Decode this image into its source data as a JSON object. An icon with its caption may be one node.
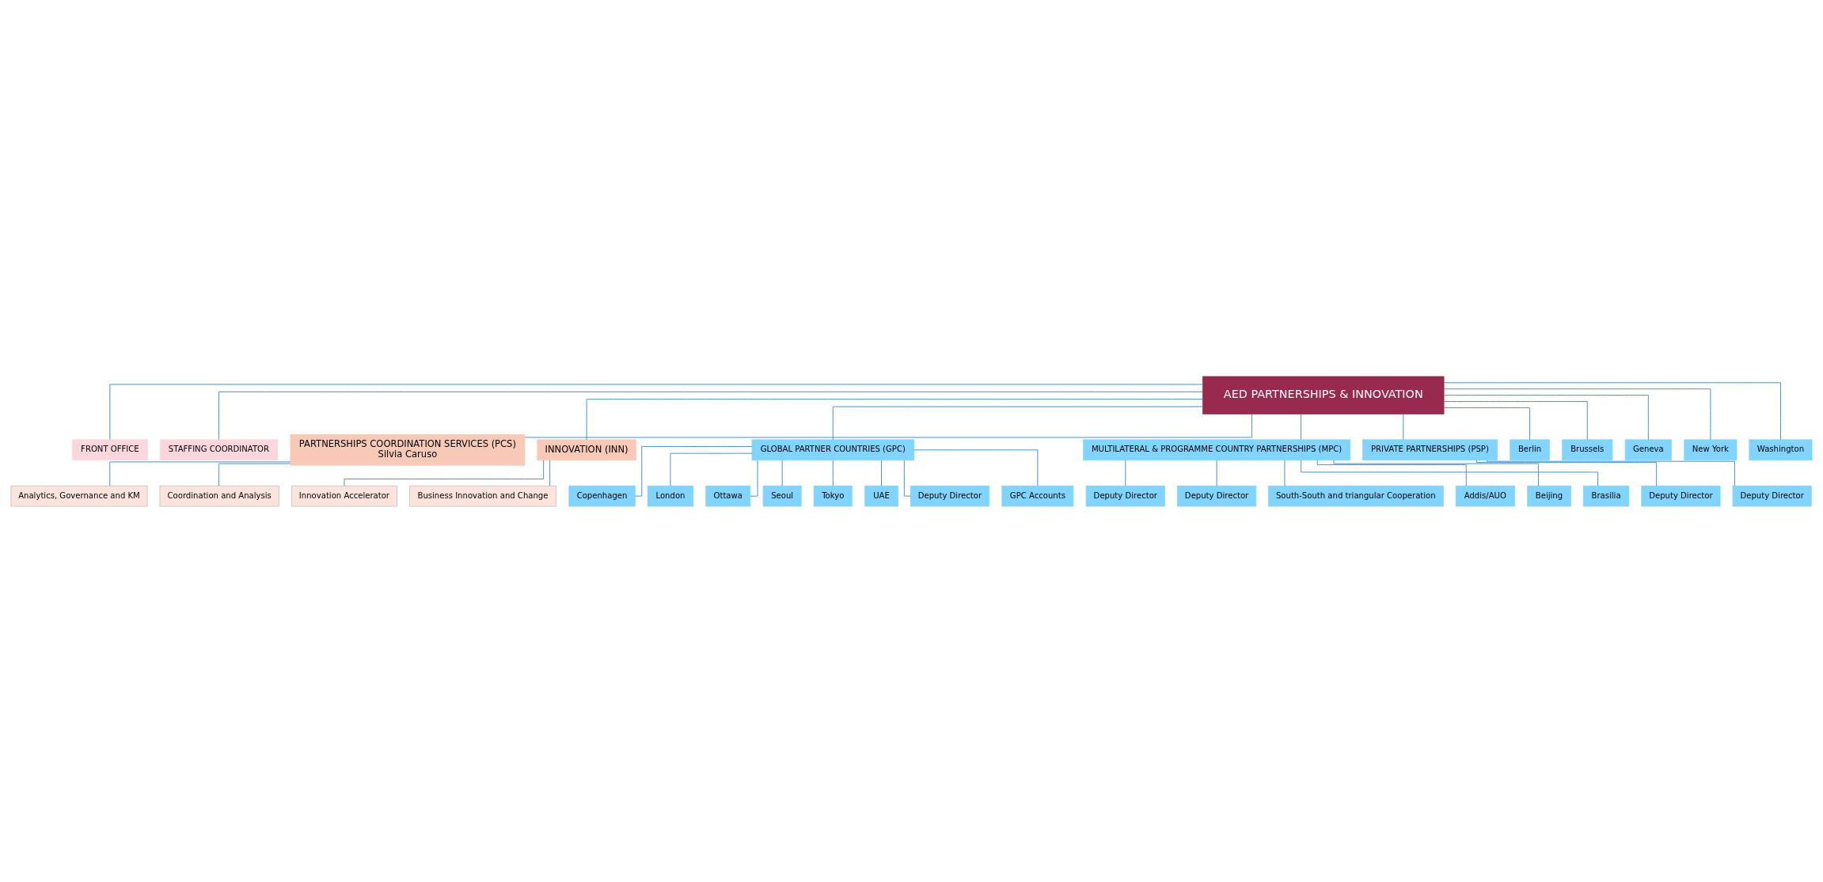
{
  "diagram": {
    "nodes": [
      {
        "text": [
          "AED PARTNERSHIPS & INNOVATION"
        ]
      },
      {
        "text": [
          "FRONT OFFICE"
        ]
      },
      {
        "text": [
          "STAFFING COORDINATOR"
        ]
      },
      {
        "text": [
          "PARTNERSHIPS COORDINATION SERVICES (PCS)",
          "Silvia Caruso"
        ]
      },
      {
        "text": [
          "INNOVATION (INN)"
        ]
      },
      {
        "text": [
          "Analytics, Governance and KM"
        ]
      },
      {
        "text": [
          "Coordination and Analysis"
        ]
      },
      {
        "text": [
          "Innovation Accelerator"
        ]
      },
      {
        "text": [
          "Business Innovation and Change"
        ]
      },
      {
        "text": [
          "GLOBAL PARTNER COUNTRIES (GPC)"
        ]
      },
      {
        "text": [
          "MULTILATERAL & PROGRAMME COUNTRY PARTNERSHIPS (MPC)"
        ]
      },
      {
        "text": [
          "PRIVATE PARTNERSHIPS (PSP)"
        ]
      },
      {
        "text": [
          "Berlin"
        ]
      },
      {
        "text": [
          "Brussels"
        ]
      },
      {
        "text": [
          "Geneva"
        ]
      },
      {
        "text": [
          "New York"
        ]
      },
      {
        "text": [
          "Washington"
        ]
      },
      {
        "text": [
          "Copenhagen"
        ]
      },
      {
        "text": [
          "London"
        ]
      },
      {
        "text": [
          "Ottawa"
        ]
      },
      {
        "text": [
          "Seoul"
        ]
      },
      {
        "text": [
          "Tokyo"
        ]
      },
      {
        "text": [
          "UAE"
        ]
      },
      {
        "text": [
          "Deputy Director"
        ]
      },
      {
        "text": [
          "GPC Accounts"
        ]
      },
      {
        "text": [
          "Deputy Director"
        ]
      },
      {
        "text": [
          "Deputy Director"
        ]
      },
      {
        "text": [
          "South-South and triangular Cooperation"
        ]
      },
      {
        "text": [
          "Addis/AUO"
        ]
      },
      {
        "text": [
          "Beijing"
        ]
      },
      {
        "text": [
          "Brasilia"
        ]
      },
      {
        "text": [
          "Deputy Director"
        ]
      },
      {
        "text": [
          "Deputy Director"
        ]
      }
    ],
    "edges": [
      {
        "from": 0,
        "to": 1,
        "arrow": "none"
      },
      {
        "from": 0,
        "to": 2,
        "arrow": "none"
      },
      {
        "from": 0,
        "to": 3,
        "arrow": "none"
      },
      {
        "from": 0,
        "to": 4,
        "arrow": "none"
      },
      {
        "from": 3,
        "to": 5,
        "arrow": "none"
      },
      {
        "from": 3,
        "to": 6,
        "arrow": "none"
      },
      {
        "from": 4,
        "to": 7,
        "arrow": "none"
      },
      {
        "from": 4,
        "to": 8,
        "arrow": "none"
      },
      {
        "from": 0,
        "to": 9,
        "arrow": "none"
      },
      {
        "from": 0,
        "to": 10,
        "arrow": "none"
      },
      {
        "from": 0,
        "to": 11,
        "arrow": "none"
      },
      {
        "from": 0,
        "to": 12,
        "arrow": "none"
      },
      {
        "from": 0,
        "to": 13,
        "arrow": "none"
      },
      {
        "from": 0,
        "to": 14,
        "arrow": "none"
      },
      {
        "from": 0,
        "to": 15,
        "arrow": "none"
      },
      {
        "from": 0,
        "to": 16,
        "arrow": "none"
      },
      {
        "from": 9,
        "to": 17,
        "arrow": "none"
      },
      {
        "from": 9,
        "to": 18,
        "arrow": "none"
      },
      {
        "from": 9,
        "to": 19,
        "arrow": "none"
      },
      {
        "from": 9,
        "to": 20,
        "arrow": "none"
      },
      {
        "from": 9,
        "to": 21,
        "arrow": "none"
      },
      {
        "from": 9,
        "to": 22,
        "arrow": "none"
      },
      {
        "from": 9,
        "to": 23,
        "arrow": "none"
      },
      {
        "from": 9,
        "to": 24,
        "arrow": "none"
      },
      {
        "from": 10,
        "to": 25,
        "arrow": "none"
      },
      {
        "from": 10,
        "to": 26,
        "arrow": "none"
      },
      {
        "from": 10,
        "to": 27,
        "arrow": "none"
      },
      {
        "from": 10,
        "to": 28,
        "arrow": "none"
      },
      {
        "from": 10,
        "to": 29,
        "arrow": "none"
      },
      {
        "from": 10,
        "to": 30,
        "arrow": "none"
      },
      {
        "from": 11,
        "to": 31,
        "arrow": "none"
      },
      {
        "from": 11,
        "to": 32,
        "arrow": "none"
      }
    ]
  }
}
